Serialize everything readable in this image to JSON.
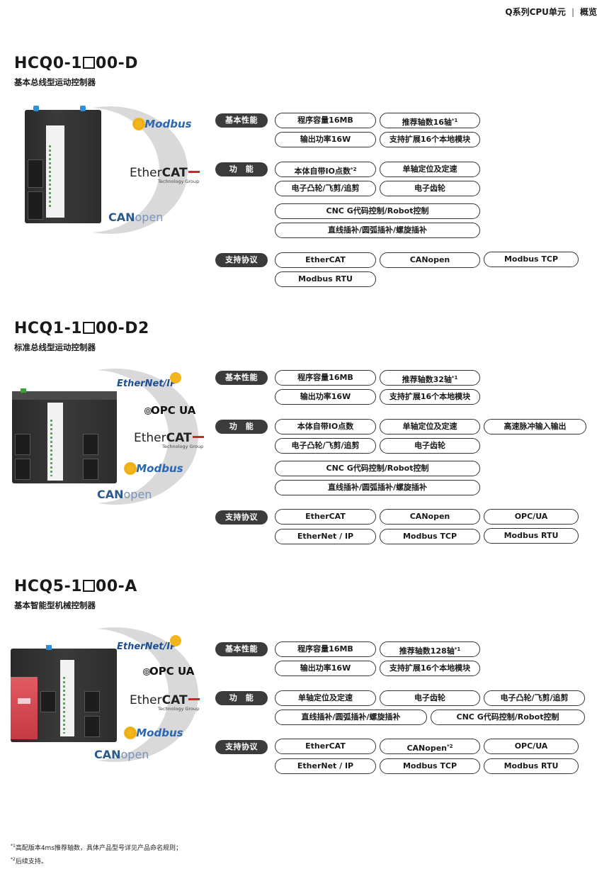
{
  "header": {
    "series": "Q系列CPU单元",
    "section": "概览"
  },
  "products": [
    {
      "model": {
        "prefix": "HCQ0-1",
        "suffix": "00-D"
      },
      "subtitle": "基本总线型运动控制器",
      "logos": [
        "Modbus",
        "EtherCAT",
        "CANopen"
      ],
      "groups": {
        "basic": {
          "label": "基本性能",
          "items": [
            "程序容量16MB",
            "推荐轴数16轴",
            "输出功率16W",
            "支持扩展16个本地模块"
          ],
          "note": "*1"
        },
        "func": {
          "label": "功　能",
          "items": [
            "本体自带IO点数",
            "单轴定位及定速",
            "电子凸轮/飞剪/追剪",
            "电子齿轮",
            "CNC G代码控制/Robot控制",
            "直线插补/圆弧插补/螺旋插补"
          ],
          "note": "*2"
        },
        "proto": {
          "label": "支持协议",
          "items": [
            "EtherCAT",
            "CANopen",
            "Modbus TCP",
            "Modbus RTU"
          ]
        }
      }
    },
    {
      "model": {
        "prefix": "HCQ1-1",
        "suffix": "00-D2"
      },
      "subtitle": "标准总线型运动控制器",
      "logos": [
        "EtherNet/IP",
        "OPC UA",
        "EtherCAT",
        "Modbus",
        "CANopen"
      ],
      "groups": {
        "basic": {
          "label": "基本性能",
          "items": [
            "程序容量16MB",
            "推荐轴数32轴",
            "输出功率16W",
            "支持扩展16个本地模块"
          ],
          "note": "*1"
        },
        "func": {
          "label": "功　能",
          "items": [
            "本体自带IO点数",
            "单轴定位及定速",
            "高速脉冲输入输出",
            "电子凸轮/飞剪/追剪",
            "电子齿轮",
            "CNC G代码控制/Robot控制",
            "直线插补/圆弧插补/螺旋插补"
          ]
        },
        "proto": {
          "label": "支持协议",
          "items": [
            "EtherCAT",
            "CANopen",
            "OPC/UA",
            "EtherNet / IP",
            "Modbus TCP",
            "Modbus RTU"
          ]
        }
      }
    },
    {
      "model": {
        "prefix": "HCQ5-1",
        "suffix": "00-A"
      },
      "subtitle": "基本智能型机械控制器",
      "logos": [
        "EtherNet/IP",
        "OPC UA",
        "EtherCAT",
        "Modbus",
        "CANopen"
      ],
      "groups": {
        "basic": {
          "label": "基本性能",
          "items": [
            "程序容量16MB",
            "推荐轴数128轴",
            "输出功率16W",
            "支持扩展16个本地模块"
          ],
          "note": "*1"
        },
        "func": {
          "label": "功　能",
          "items": [
            "单轴定位及定速",
            "电子齿轮",
            "电子凸轮/飞剪/追剪",
            "直线插补/圆弧插补/螺旋插补",
            "CNC G代码控制/Robot控制"
          ]
        },
        "proto": {
          "label": "支持协议",
          "items": [
            "EtherCAT",
            "CANopen",
            "OPC/UA",
            "EtherNet / IP",
            "Modbus TCP",
            "Modbus RTU"
          ],
          "note": "*2"
        }
      }
    }
  ],
  "logo_text": {
    "modbus": "Modbus",
    "ether": "Ether",
    "cat": "CAT",
    "tech_group": "Technology Group",
    "can": "CAN",
    "open": "open",
    "ethernetip": "EtherNet/IP",
    "opcua": "OPC UA"
  },
  "footnotes": {
    "n1_mark": "*1",
    "n1_text": "高配版本4ms推荐轴数，具体产品型号详见产品命名规则；",
    "n2_mark": "*2",
    "n2_text": "后续支持。"
  },
  "colors": {
    "label_bg": "#3b3b3b",
    "pill_border": "#333333",
    "arc": "#d9d9d9",
    "modbus_blue": "#2b67b1",
    "ethercat_red": "#d0252b"
  }
}
